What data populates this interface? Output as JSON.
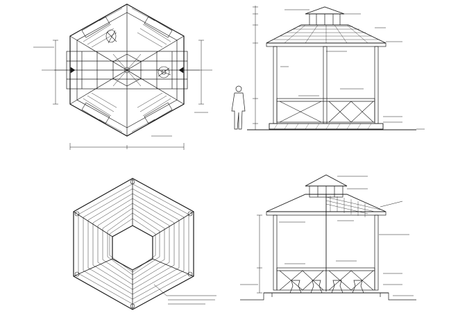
{
  "sheet": {
    "title": "",
    "views": [
      {
        "id": "plan",
        "label": ""
      },
      {
        "id": "front-elevation",
        "label": ""
      },
      {
        "id": "roof-plan",
        "label": ""
      },
      {
        "id": "section",
        "label": ""
      }
    ]
  },
  "colors": {
    "line": "#1a1a1a",
    "background": "#ffffff"
  }
}
